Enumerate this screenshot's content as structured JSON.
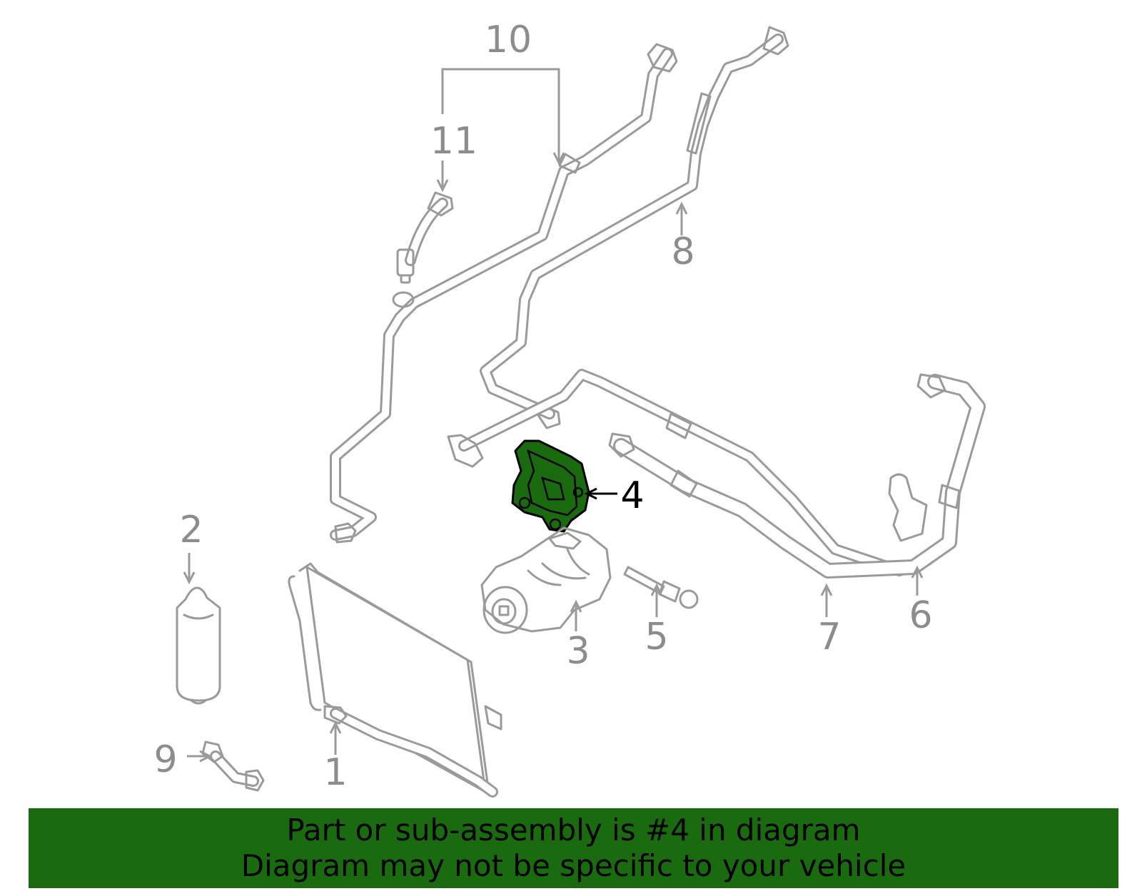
{
  "diagram": {
    "callouts": [
      {
        "id": "1",
        "label": "1"
      },
      {
        "id": "2",
        "label": "2"
      },
      {
        "id": "3",
        "label": "3"
      },
      {
        "id": "4",
        "label": "4",
        "highlighted": true
      },
      {
        "id": "5",
        "label": "5"
      },
      {
        "id": "6",
        "label": "6"
      },
      {
        "id": "7",
        "label": "7"
      },
      {
        "id": "8",
        "label": "8"
      },
      {
        "id": "9",
        "label": "9"
      },
      {
        "id": "10",
        "label": "10"
      },
      {
        "id": "11",
        "label": "11"
      }
    ],
    "highlight_color": "#1a6b10",
    "line_color": "#9a9a9a"
  },
  "banner": {
    "line1": "Part or sub-assembly is #4 in diagram",
    "line2": "Diagram may not be specific to your vehicle",
    "background": "#1a6b10"
  }
}
